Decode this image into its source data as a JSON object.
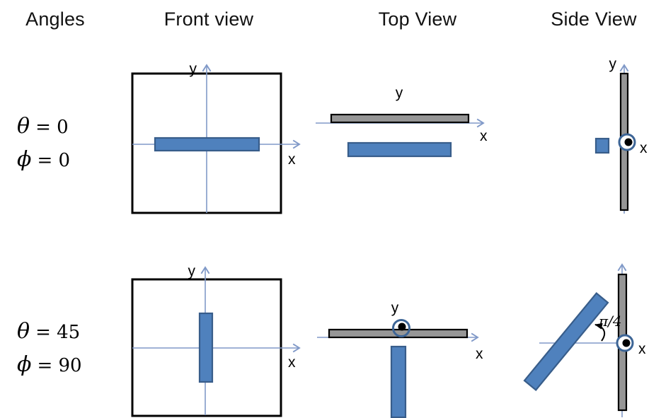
{
  "colors": {
    "background": "#FFFFFF",
    "rod_fill": "#4F81BD",
    "rod_border": "#385D8A",
    "plate_fill": "#969696",
    "plate_border": "#000000",
    "panel_border": "#000000",
    "axis": "#8099C8",
    "marker_ring": "#3D6596",
    "marker_dot": "#000000",
    "annotation": "#000000"
  },
  "headers": {
    "col1": "Angles",
    "col2": "Front view",
    "col3": "Top View",
    "col4": "Side View"
  },
  "rows": [
    {
      "angles": {
        "theta_symbol": "θ",
        "theta_value": "= 0",
        "phi_symbol": "ϕ",
        "phi_value": "= 0"
      },
      "front": {
        "x_label": "x",
        "y_label": "y"
      },
      "top": {
        "x_label": "x",
        "y_label": "y"
      },
      "side": {
        "x_label": "x",
        "y_label": "y"
      }
    },
    {
      "angles": {
        "theta_symbol": "θ",
        "theta_value": "= 45",
        "phi_symbol": "ϕ",
        "phi_value": "= 90"
      },
      "front": {
        "x_label": "x",
        "y_label": "y"
      },
      "top": {
        "x_label": "x",
        "y_label": "y"
      },
      "side": {
        "x_label": "x",
        "angle_annotation": "π/4"
      }
    }
  ]
}
